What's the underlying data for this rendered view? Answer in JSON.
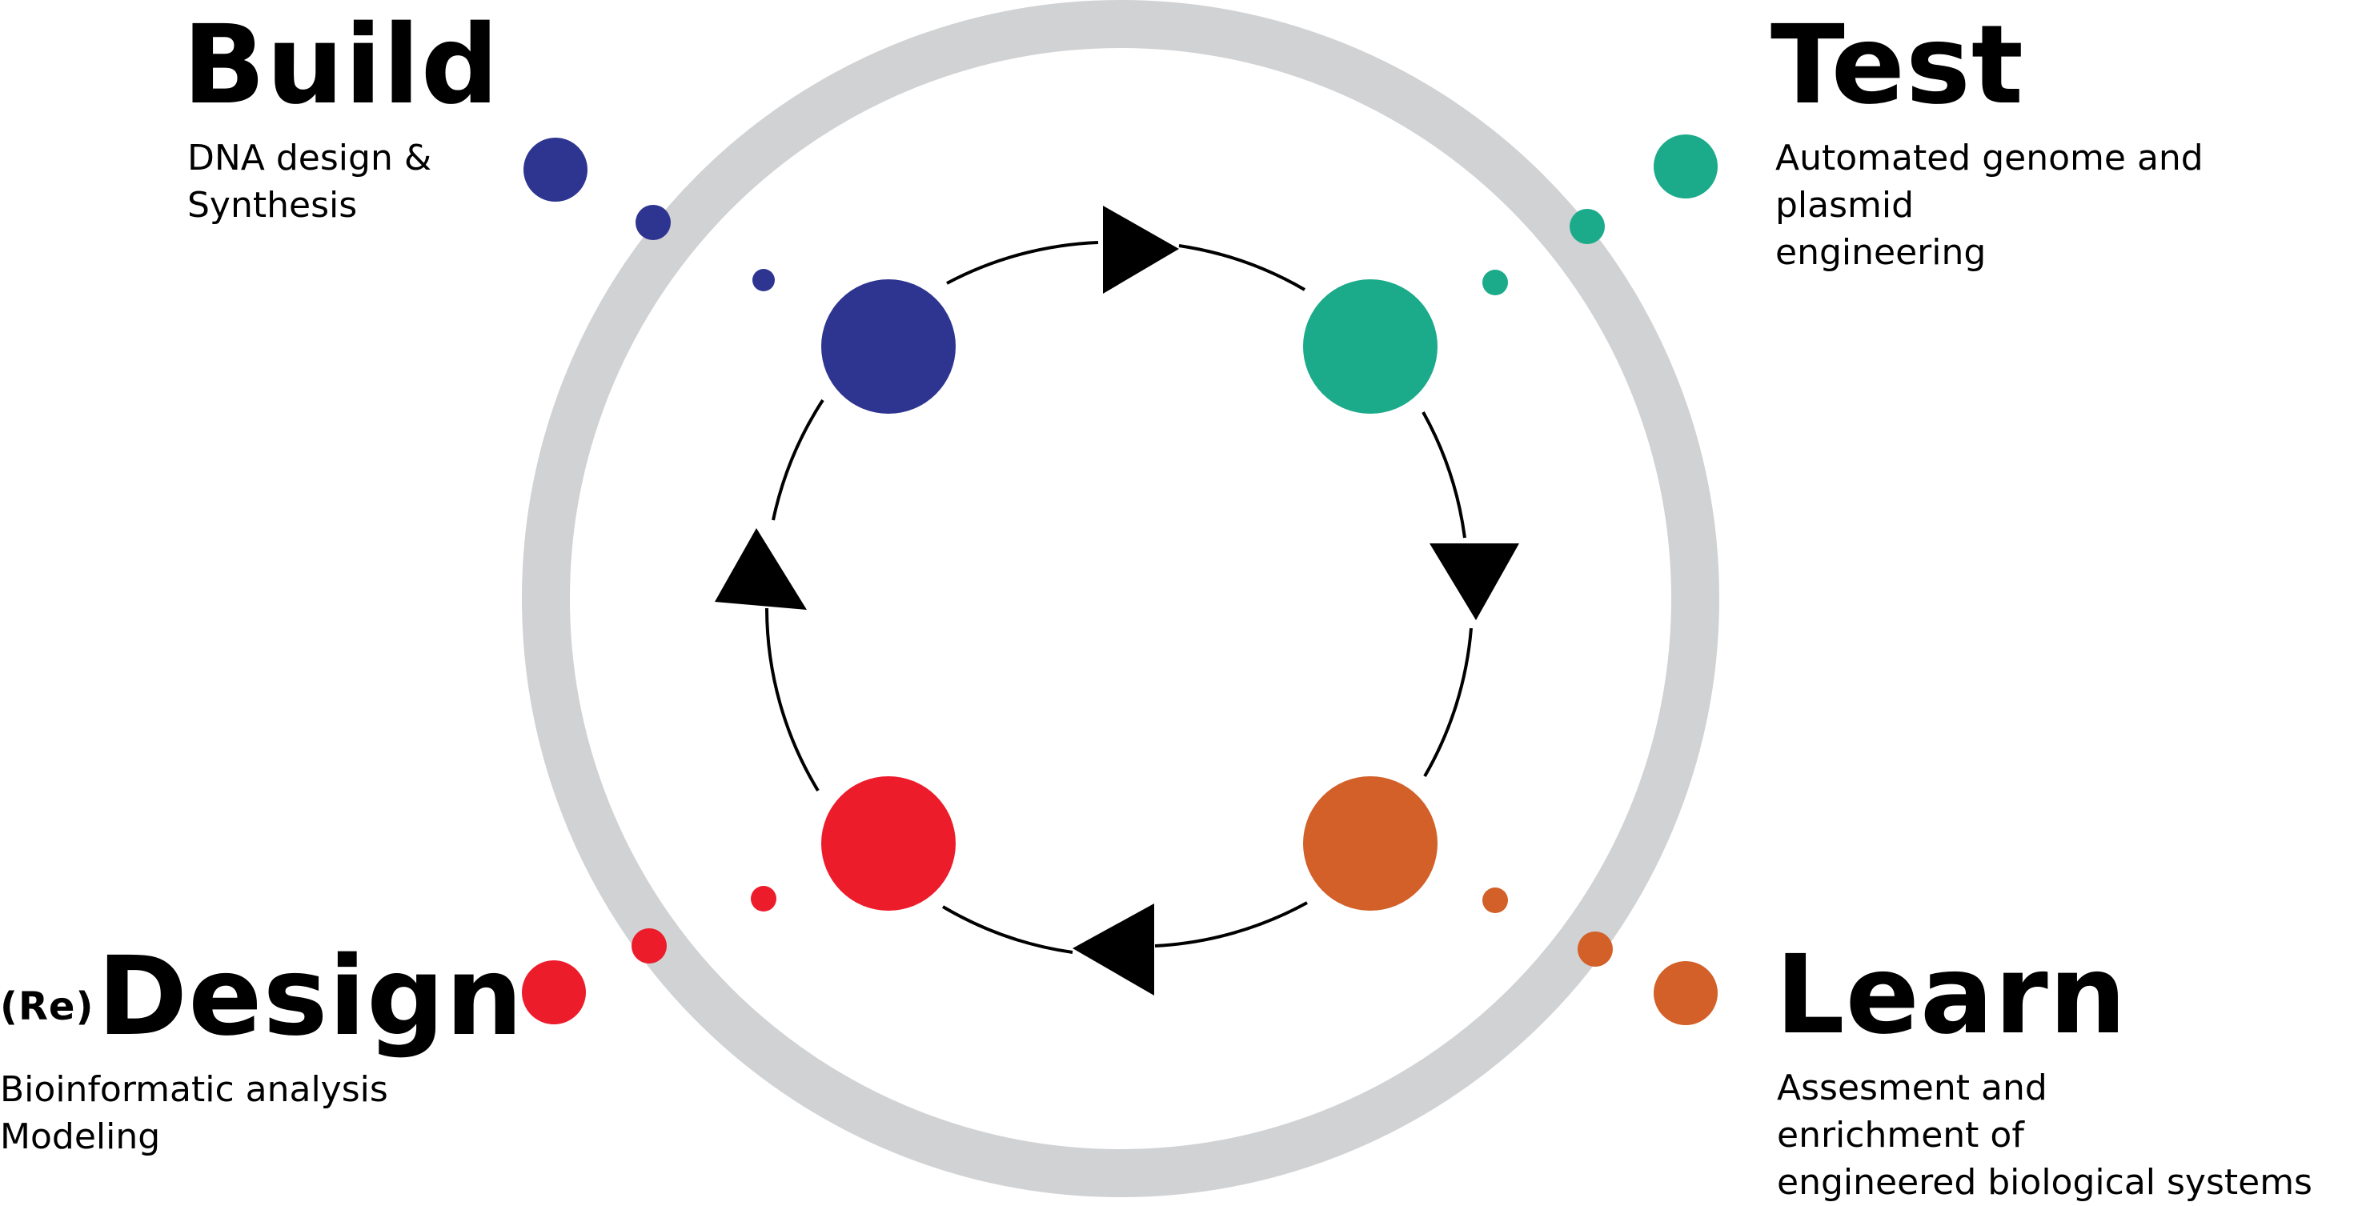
{
  "colors": {
    "build": "#2e3590",
    "test": "#1bab8a",
    "learn": "#d26028",
    "design": "#ed1c2b",
    "ring": "#d1d2d4",
    "arrow": "#000000"
  },
  "phases": {
    "build": {
      "title": "Build",
      "desc": [
        "DNA design &",
        "Synthesis"
      ]
    },
    "test": {
      "title": "Test",
      "desc": [
        "Automated genome and",
        "plasmid",
        "engineering"
      ]
    },
    "design": {
      "prefix": "(Re)",
      "title": "Design",
      "desc": [
        "Bioinformatic analysis",
        "Modeling"
      ]
    },
    "learn": {
      "title": "Learn",
      "desc": [
        "Assesment and",
        "enrichment of",
        "engineered biological systems"
      ]
    }
  }
}
